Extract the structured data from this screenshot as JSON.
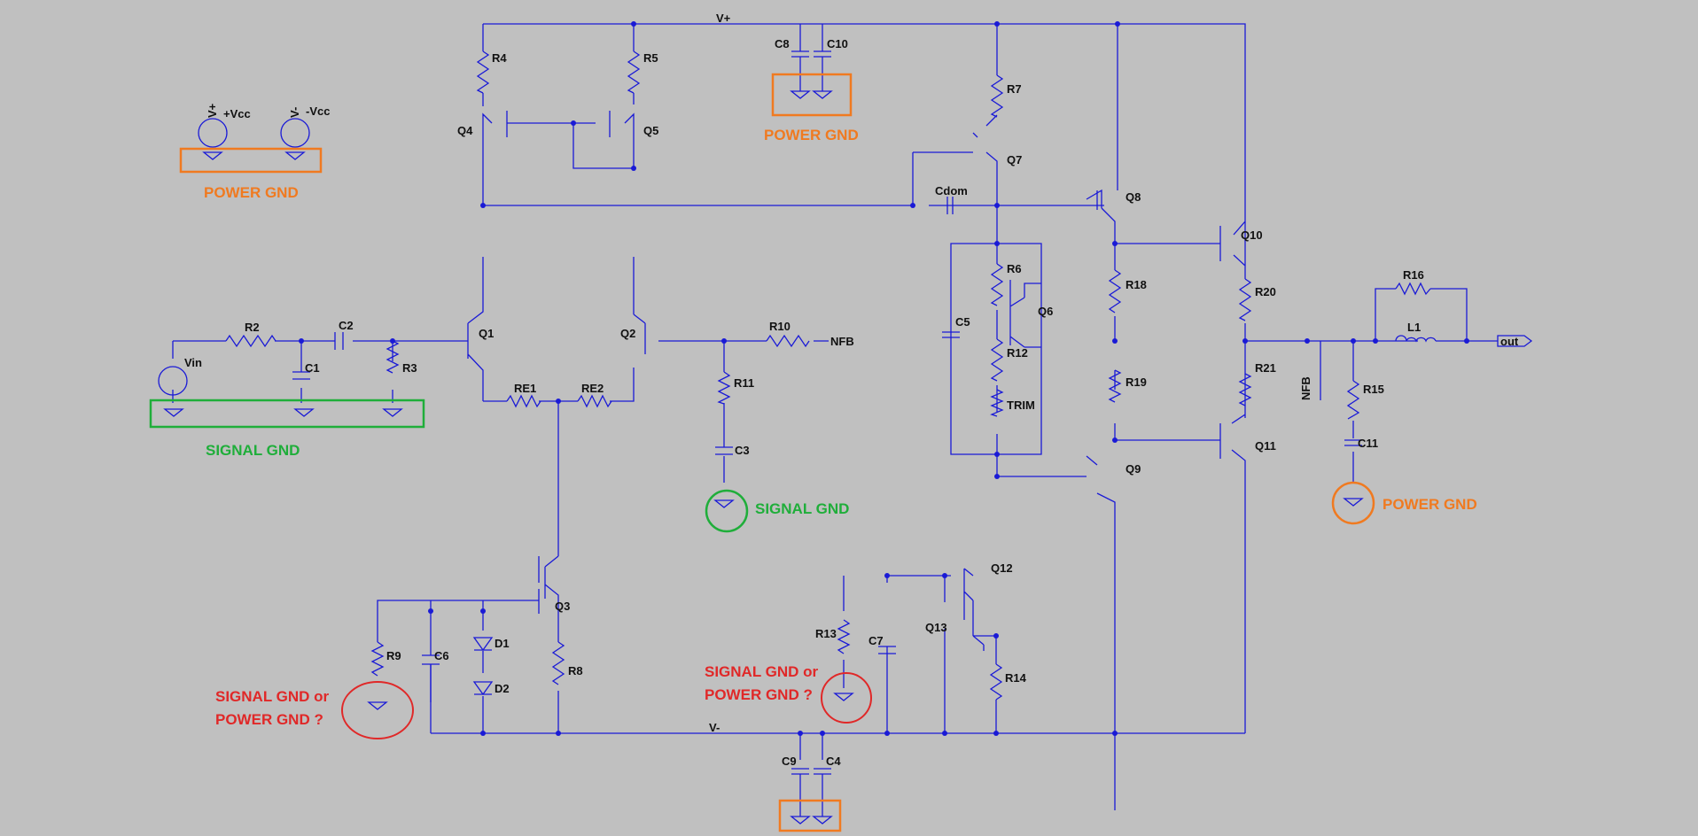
{
  "nets": {
    "vplus": "V+",
    "vminus": "V-",
    "nfb": "NFB",
    "nfb_vertical": "NFB",
    "out": "out"
  },
  "sources": {
    "vcc_pos_name": "+Vcc",
    "vcc_pos_tag": "V+",
    "vcc_neg_name": "-Vcc",
    "vcc_neg_tag": "V-",
    "vin": "Vin"
  },
  "components": {
    "R2": "R2",
    "C2": "C2",
    "C1": "C1",
    "R3": "R3",
    "Q1": "Q1",
    "Q2": "Q2",
    "Q3": "Q3",
    "Q4": "Q4",
    "Q5": "Q5",
    "R4": "R4",
    "R5": "R5",
    "RE1": "RE1",
    "RE2": "RE2",
    "R10": "R10",
    "R11": "R11",
    "C3": "C3",
    "C8": "C8",
    "C10": "C10",
    "R7": "R7",
    "Q7": "Q7",
    "Cdom": "Cdom",
    "Q8": "Q8",
    "Q10": "Q10",
    "R6": "R6",
    "Q6": "Q6",
    "C5": "C5",
    "R12": "R12",
    "TRIM": "TRIM",
    "R18": "R18",
    "R19": "R19",
    "R20": "R20",
    "R21": "R21",
    "Q9": "Q9",
    "Q11": "Q11",
    "R16": "R16",
    "L1": "L1",
    "R15": "R15",
    "C11": "C11",
    "R9": "R9",
    "C6": "C6",
    "D1": "D1",
    "D2": "D2",
    "R8": "R8",
    "Q12": "Q12",
    "Q13": "Q13",
    "R13": "R13",
    "C7": "C7",
    "R14": "R14",
    "C9": "C9",
    "C4": "C4"
  },
  "annotations": {
    "power_gnd_left": "POWER GND",
    "power_gnd_top": "POWER GND",
    "power_gnd_right": "POWER GND",
    "signal_gnd_left": "SIGNAL GND",
    "signal_gnd_mid": "SIGNAL GND",
    "question_left_line1": "SIGNAL GND or",
    "question_left_line2": "POWER GND ?",
    "question_mid_line1": "SIGNAL GND or",
    "question_mid_line2": "POWER GND ?"
  },
  "colors": {
    "background": "#c0c0c0",
    "wire": "#1a1ad6",
    "power_gnd": "#f07a20",
    "signal_gnd": "#1fae3a",
    "question": "#e02828"
  }
}
